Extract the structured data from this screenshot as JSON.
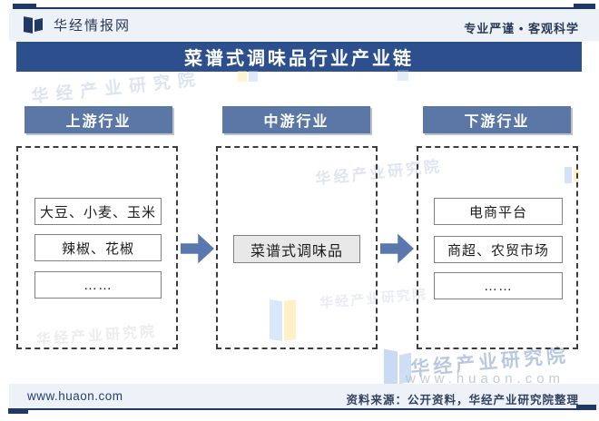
{
  "header": {
    "brand": "华经情报网",
    "tagline": "专业严谨 • 客观科学"
  },
  "title": "菜谱式调味品行业产业链",
  "columns": [
    {
      "header": "上游行业",
      "items": [
        "大豆、小麦、玉米",
        "辣椒、花椒",
        "……"
      ]
    },
    {
      "header": "中游行业",
      "items": [
        "菜谱式调味品"
      ]
    },
    {
      "header": "下游行业",
      "items": [
        "电商平台",
        "商超、农贸市场",
        "……"
      ]
    }
  ],
  "watermark": {
    "text": "华经产业研究院",
    "url": "www.huaon.com"
  },
  "footer": {
    "site": "www.huaon.com",
    "source": "资料来源：公开资料，华经产业研究院整理"
  },
  "colors": {
    "title_bar": "#2e4f8e",
    "column_header": "#5b77a6",
    "arrow": "#5a78ae",
    "rule_line": "#1f3864",
    "strip_background": "#edf1f8",
    "shaded_item": "#e9e8e8"
  }
}
